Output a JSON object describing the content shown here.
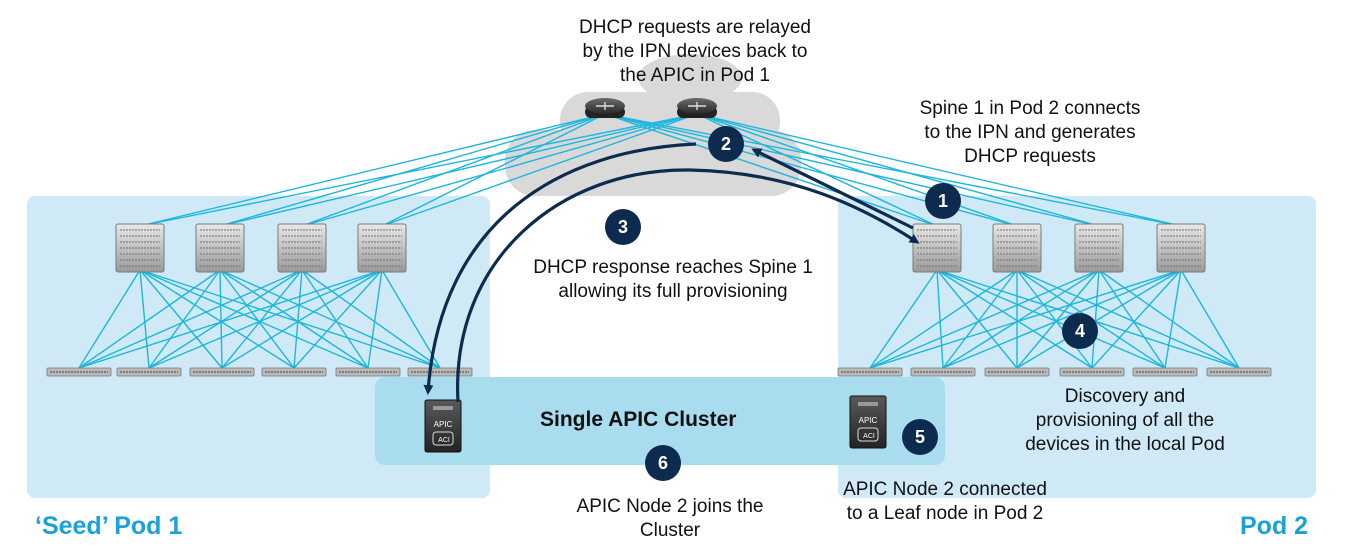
{
  "pods": {
    "pod1_label": "‘Seed’ Pod 1",
    "pod2_label": "Pod 2"
  },
  "cluster": {
    "title": "Single APIC Cluster"
  },
  "apic": {
    "device_text": "APIC",
    "aci_text": "ACI"
  },
  "steps": [
    {
      "number": "1",
      "text": "Spine 1 in Pod 2 connects\nto the IPN and generates\nDHCP requests"
    },
    {
      "number": "2",
      "text": "DHCP requests are relayed\nby the IPN devices back to\nthe APIC in Pod 1"
    },
    {
      "number": "3",
      "text": "DHCP response reaches Spine 1\nallowing its full provisioning"
    },
    {
      "number": "4",
      "text": "Discovery and\nprovisioning of all the\ndevices in the local Pod"
    },
    {
      "number": "5",
      "text": "APIC Node 2 connected\nto a Leaf node in Pod 2"
    },
    {
      "number": "6",
      "text": "APIC Node 2 joins the\nCluster"
    }
  ],
  "colors": {
    "pod_fill": "#cfeaf6",
    "cluster_fill": "#a9dcef",
    "ipn_cloud": "#d9d9d9",
    "link": "#1cb6de",
    "arrow": "#0d2a4f",
    "badge": "#0d2a4f",
    "label_blue": "#1ba0d7"
  },
  "icons": [
    "router-icon",
    "spine-switch-icon",
    "leaf-switch-icon",
    "apic-server-icon"
  ]
}
